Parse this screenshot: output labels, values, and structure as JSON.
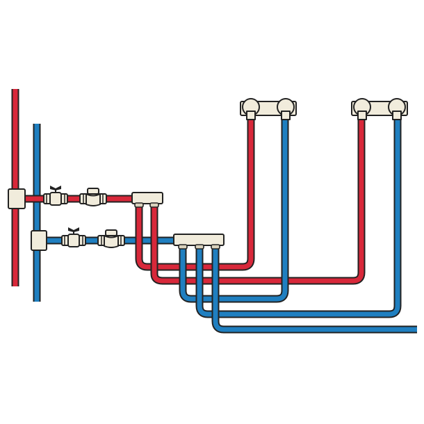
{
  "colors": {
    "hot_pipe": "#d8283a",
    "cold_pipe": "#1f7fc0",
    "outline": "#222222",
    "fitting_fill": "#f1ecdc",
    "fitting_shade": "#d9d2bd",
    "background": "#ffffff"
  },
  "components": {
    "hot_riser": "hot-water-riser",
    "cold_riser": "cold-water-riser",
    "hot_manifold_outlets": 2,
    "cold_manifold_outlets": 3,
    "wall_plates": 2
  }
}
